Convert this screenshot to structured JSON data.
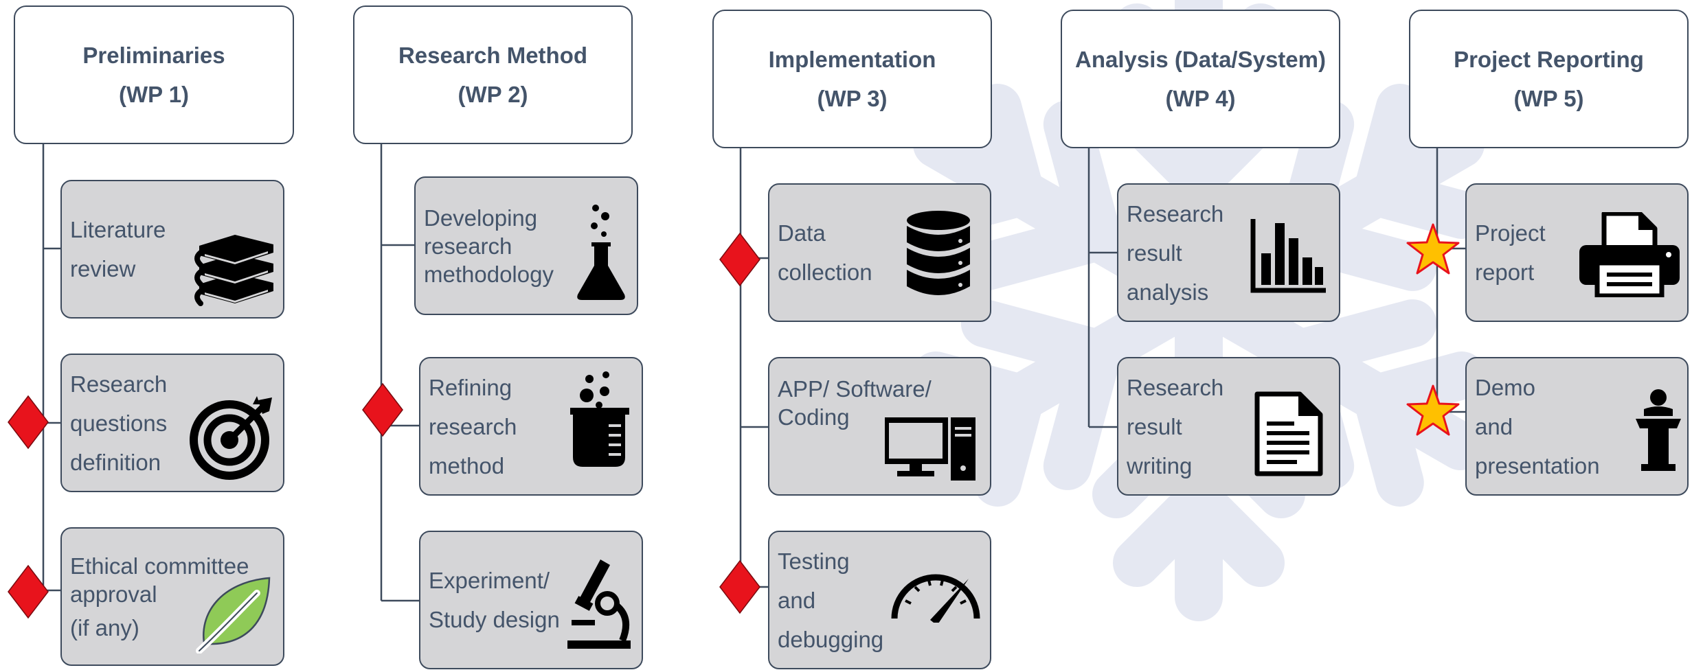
{
  "colors": {
    "header_text": "#44546a",
    "task_fill": "#d5d5d7",
    "border": "#3d4a5c",
    "milestone_diamond": "#e8131c",
    "deliverable_star": "#ffc000",
    "watermark": "#e3e6f1"
  },
  "legend_markers": {
    "diamond": "milestone-diamond",
    "star": "deliverable-star"
  },
  "work_packages": [
    {
      "title": "Preliminaries",
      "code": "(WP 1)",
      "tasks": [
        {
          "lines": [
            "Literature",
            "review"
          ],
          "icon": "books-icon",
          "marker": "none"
        },
        {
          "lines": [
            "Research",
            "questions",
            "definition"
          ],
          "icon": "target-icon",
          "marker": "diamond"
        },
        {
          "lines": [
            "Ethical committee",
            "approval",
            "(if any)"
          ],
          "icon": "leaf-icon",
          "marker": "diamond"
        }
      ]
    },
    {
      "title": "Research Method",
      "code": "(WP 2)",
      "tasks": [
        {
          "lines": [
            "Developing",
            "research",
            "methodology"
          ],
          "icon": "flask-icon",
          "marker": "none"
        },
        {
          "lines": [
            "Refining",
            "research",
            "method"
          ],
          "icon": "beaker-icon",
          "marker": "diamond"
        },
        {
          "lines": [
            "Experiment/",
            "Study design"
          ],
          "icon": "microscope-icon",
          "marker": "none"
        }
      ]
    },
    {
      "title": "Implementation",
      "code": "(WP 3)",
      "tasks": [
        {
          "lines": [
            "Data",
            "collection"
          ],
          "icon": "database-icon",
          "marker": "diamond"
        },
        {
          "lines": [
            "APP/ Software/",
            "Coding"
          ],
          "icon": "computer-icon",
          "marker": "none"
        },
        {
          "lines": [
            "Testing",
            "and",
            "debugging"
          ],
          "icon": "speedometer-icon",
          "marker": "diamond"
        }
      ]
    },
    {
      "title": "Analysis (Data/System)",
      "code": "(WP 4)",
      "tasks": [
        {
          "lines": [
            "Research",
            "result",
            "analysis"
          ],
          "icon": "bar-chart-icon",
          "marker": "none"
        },
        {
          "lines": [
            "Research",
            "result",
            "writing"
          ],
          "icon": "document-icon",
          "marker": "none"
        }
      ]
    },
    {
      "title": "Project Reporting",
      "code": "(WP 5)",
      "tasks": [
        {
          "lines": [
            "Project",
            "report"
          ],
          "icon": "printer-icon",
          "marker": "star"
        },
        {
          "lines": [
            "Demo",
            "and",
            "presentation"
          ],
          "icon": "podium-icon",
          "marker": "star"
        }
      ]
    }
  ]
}
